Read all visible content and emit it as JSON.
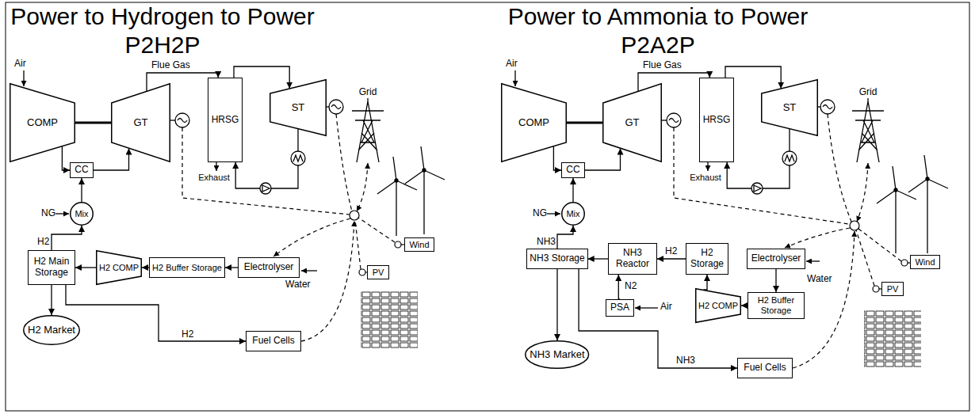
{
  "diagram": {
    "nodes": [
      {
        "text": [
          "COMP"
        ]
      },
      {
        "text": [
          "GT"
        ]
      },
      {
        "text": [
          "HRSG"
        ]
      },
      {
        "text": [
          "ST"
        ]
      },
      {
        "text": [
          "CC"
        ]
      },
      {
        "text": [
          "Mix"
        ]
      },
      {
        "text": [
          "H2 Main Storage"
        ]
      },
      {
        "text": [
          "H2 COMP"
        ]
      },
      {
        "text": [
          "H2 Buffer Storage"
        ]
      },
      {
        "text": [
          "Electrolyser"
        ]
      },
      {
        "text": [
          "H2 Market"
        ]
      },
      {
        "text": [
          "Fuel Cells"
        ]
      },
      {
        "text": [
          "Wind"
        ]
      },
      {
        "text": [
          "PV"
        ]
      },
      {
        "text": [
          "COMP"
        ]
      },
      {
        "text": [
          "GT"
        ]
      },
      {
        "text": [
          "HRSG"
        ]
      },
      {
        "text": [
          "ST"
        ]
      },
      {
        "text": [
          "CC"
        ]
      },
      {
        "text": [
          "Mix"
        ]
      },
      {
        "text": [
          "NH3 Storage"
        ]
      },
      {
        "text": [
          "NH3 Reactor"
        ]
      },
      {
        "text": [
          "H2 Storage"
        ]
      },
      {
        "text": [
          "Electrolyser"
        ]
      },
      {
        "text": [
          "PSA"
        ]
      },
      {
        "text": [
          "H2 COMP"
        ]
      },
      {
        "text": [
          "H2 Buffer Storage"
        ]
      },
      {
        "text": [
          "NH3 Market"
        ]
      },
      {
        "text": [
          "Fuel Cells"
        ]
      },
      {
        "text": [
          "Wind"
        ]
      },
      {
        "text": [
          "PV"
        ]
      }
    ],
    "edges": [
      {
        "from": 0,
        "to": 4,
        "arrow": "to"
      },
      {
        "from": 4,
        "to": 1,
        "arrow": "to"
      },
      {
        "from": 0,
        "to": 1,
        "arrow": "none"
      },
      {
        "from": 1,
        "to": 2,
        "arrow": "to",
        "label": "Flue Gas"
      },
      {
        "from": 2,
        "to": 3,
        "arrow": "to"
      },
      {
        "from": 3,
        "to": 2,
        "arrow": "to"
      },
      {
        "from": 5,
        "to": 4,
        "arrow": "to"
      },
      {
        "from": 6,
        "to": 5,
        "arrow": "to",
        "label": "H2"
      },
      {
        "from": 7,
        "to": 6,
        "arrow": "to"
      },
      {
        "from": 8,
        "to": 7,
        "arrow": "to"
      },
      {
        "from": 9,
        "to": 8,
        "arrow": "to"
      },
      {
        "from": 6,
        "to": 10,
        "arrow": "to"
      },
      {
        "from": 6,
        "to": 11,
        "arrow": "to",
        "label": "H2"
      },
      {
        "from": 14,
        "to": 18,
        "arrow": "to"
      },
      {
        "from": 18,
        "to": 15,
        "arrow": "to"
      },
      {
        "from": 14,
        "to": 15,
        "arrow": "none"
      },
      {
        "from": 15,
        "to": 16,
        "arrow": "to",
        "label": "Flue Gas"
      },
      {
        "from": 16,
        "to": 17,
        "arrow": "to"
      },
      {
        "from": 17,
        "to": 16,
        "arrow": "to"
      },
      {
        "from": 19,
        "to": 18,
        "arrow": "to"
      },
      {
        "from": 20,
        "to": 19,
        "arrow": "to",
        "label": "NH3"
      },
      {
        "from": 21,
        "to": 20,
        "arrow": "to"
      },
      {
        "from": 22,
        "to": 21,
        "arrow": "to",
        "label": "H2"
      },
      {
        "from": 24,
        "to": 21,
        "arrow": "to",
        "label": "N2"
      },
      {
        "from": 23,
        "to": 26,
        "arrow": "to"
      },
      {
        "from": 26,
        "to": 25,
        "arrow": "to"
      },
      {
        "from": 25,
        "to": 22,
        "arrow": "to"
      },
      {
        "from": 20,
        "to": 27,
        "arrow": "to"
      },
      {
        "from": 20,
        "to": 28,
        "arrow": "to",
        "label": "NH3"
      }
    ],
    "labels": [
      "Power to Hydrogen to Power",
      "P2H2P",
      "Air",
      "Exhaust",
      "Grid",
      "NG",
      "Water",
      "Power to Ammonia to Power",
      "P2A2P",
      "Air",
      "Exhaust",
      "Grid",
      "NG",
      "Air",
      "Water"
    ]
  }
}
